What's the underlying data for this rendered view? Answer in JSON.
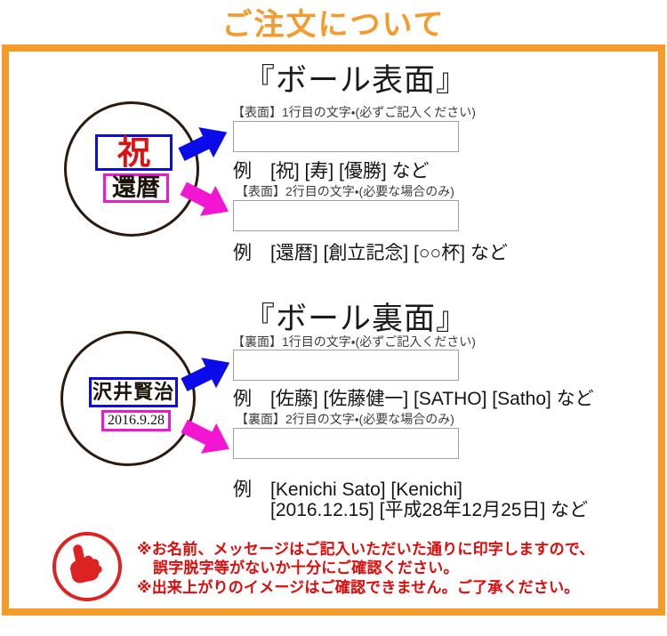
{
  "title": "ご注文について",
  "front": {
    "heading": "『ボール表面』",
    "ball_line1": "祝",
    "ball_line2": "還暦",
    "field1": {
      "label": "【表面】1行目の文字・(必ずご記入ください)",
      "value": "",
      "example": "例　[祝] [寿] [優勝] など"
    },
    "field2": {
      "label": "【表面】2行目の文字・(必要な場合のみ)",
      "value": "",
      "example": "例　[還暦] [創立記念] [○○杯] など"
    }
  },
  "back": {
    "heading": "『ボール裏面』",
    "ball_line1": "沢井賢治",
    "ball_line2": "2016.9.28",
    "field1": {
      "label": "【裏面】1行目の文字・(必ずご記入ください)",
      "value": "",
      "example": "例　[佐藤] [佐藤健一] [SATHO] [Satho] など"
    },
    "field2": {
      "label": "【裏面】2行目の文字・(必要な場合のみ)",
      "value": "",
      "example_line1": "例　[Kenichi Sato] [Kenichi]",
      "example_line2": "[2016.12.15] [平成28年12月25日] など"
    }
  },
  "notice": {
    "line1": "※お名前、メッセージはご記入いただいた通りに印字しますので、",
    "line2": "誤字脱字等がないか十分にご確認ください。",
    "line3": "※出来上がりのイメージはご確認できません。ご了承ください。"
  },
  "icons": {
    "blue_arrow": "blue-arrow-icon",
    "magenta_arrow": "magenta-arrow-icon",
    "hand": "pointing-hand-icon"
  },
  "colors": {
    "accent_orange": "#F49B2B",
    "arrow_blue": "#0B0BEA",
    "arrow_magenta": "#F216D2",
    "warning_red": "#E00A0A",
    "stamp_red": "#DD1111",
    "ball_outline": "#2B1A10"
  }
}
